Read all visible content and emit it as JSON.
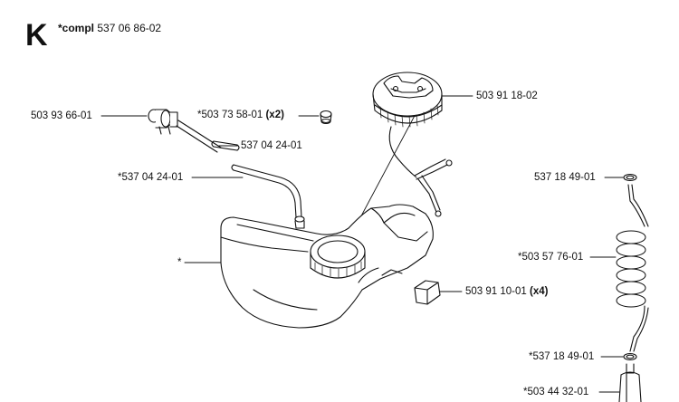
{
  "section_letter": "K",
  "compl": {
    "prefix": "*compl",
    "number": "537 06 86-02"
  },
  "labels": {
    "primer_bulb": "503 93 66-01",
    "grommet": "*503 73 58-01",
    "grommet_qty": "(x2)",
    "fuel_cap": "503 91 18-02",
    "hose_upper": "537 04 24-01",
    "hose_lower": "*537 04 24-01",
    "tank": "*",
    "pad": "503 91 10-01",
    "pad_qty": "(x4)",
    "oring_top": "537 18 49-01",
    "spring_hose": "*503 57 76-01",
    "oring_bottom": "*537 18 49-01",
    "filter": "*503 44 32-01"
  }
}
